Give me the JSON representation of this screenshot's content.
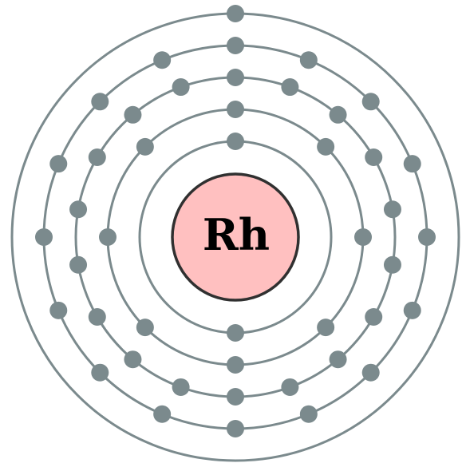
{
  "element": {
    "symbol": "Rh"
  },
  "shells": [
    {
      "electrons": 2
    },
    {
      "electrons": 8
    },
    {
      "electrons": 18
    },
    {
      "electrons": 16
    },
    {
      "electrons": 1
    }
  ],
  "colors": {
    "orbit": "#7b8a8d",
    "electron": "#7b8a8d",
    "nucleus_fill": "#ffc0c0",
    "nucleus_stroke": "#303030",
    "symbol": "#000000",
    "background": "#ffffff"
  }
}
